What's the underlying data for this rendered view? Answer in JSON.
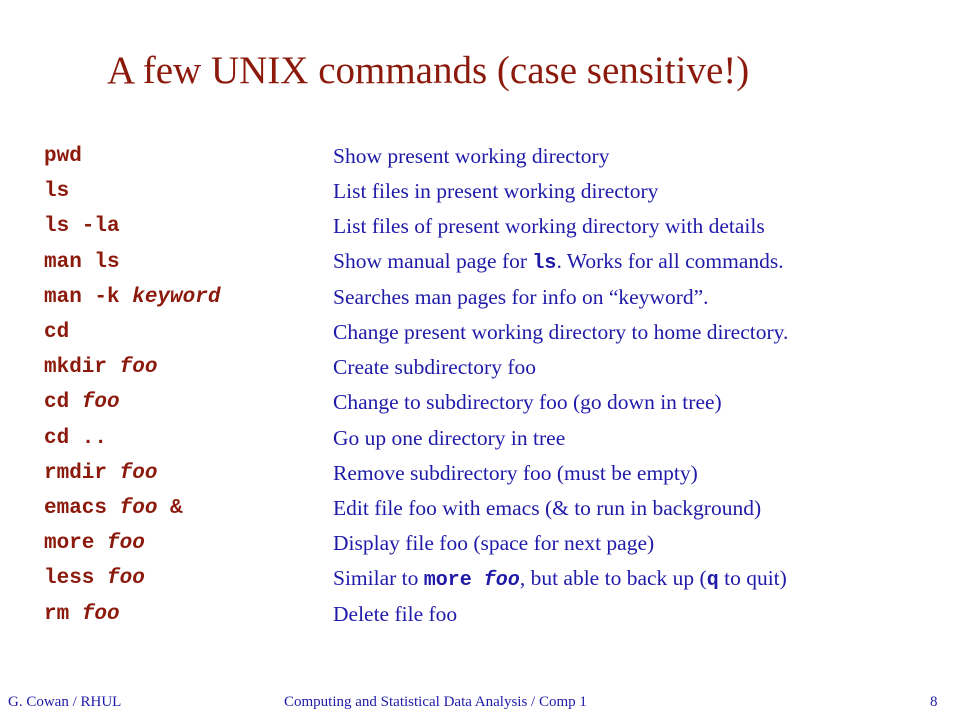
{
  "title": "A few UNIX commands (case sensitive!)",
  "rows": [
    {
      "cmd": "pwd",
      "desc": "Show present working directory"
    },
    {
      "cmd": "ls",
      "desc": "List files in present working directory"
    },
    {
      "cmd": "ls -la",
      "desc": "List files of present working directory with details"
    },
    {
      "cmd": "man ls",
      "desc_pre": "Show manual page for ",
      "desc_code": "ls",
      "desc_post": ".  Works for all commands."
    },
    {
      "cmd": "man -k ",
      "cmd_arg": "keyword",
      "desc": "Searches man pages for info on “keyword”."
    },
    {
      "cmd": "cd",
      "desc": "Change present working directory to home directory."
    },
    {
      "cmd": "mkdir ",
      "cmd_arg": "foo",
      "desc": "Create subdirectory foo"
    },
    {
      "cmd": "cd ",
      "cmd_arg": "foo",
      "desc": "Change to subdirectory foo (go down in tree)"
    },
    {
      "cmd": "cd ..",
      "desc": "Go up one directory in tree"
    },
    {
      "cmd": "rmdir ",
      "cmd_arg": "foo",
      "desc": "Remove subdirectory foo (must be empty)"
    },
    {
      "cmd": "emacs ",
      "cmd_arg": "foo",
      "cmd_post": " &",
      "desc": "Edit file foo with emacs (& to run in background)"
    },
    {
      "cmd": "more ",
      "cmd_arg": "foo",
      "desc": "Display file foo (space for next page)"
    },
    {
      "cmd": "less ",
      "cmd_arg": "foo",
      "desc_pre": "Similar to ",
      "desc_code": "more ",
      "desc_code_arg": "foo",
      "desc_mid": ", but able to back up (",
      "desc_code2": "q",
      "desc_post": " to quit)"
    },
    {
      "cmd": "rm ",
      "cmd_arg": "foo",
      "desc": "Delete file foo"
    }
  ],
  "footer": {
    "left": "G. Cowan / RHUL",
    "center": "Computing and Statistical Data Analysis / Comp 1",
    "page_number": "8"
  },
  "colors": {
    "title": "#8b1a0c",
    "command": "#8b1a0c",
    "description": "#1f1aa8",
    "footer": "#1f1aa8",
    "background": "#ffffff"
  }
}
